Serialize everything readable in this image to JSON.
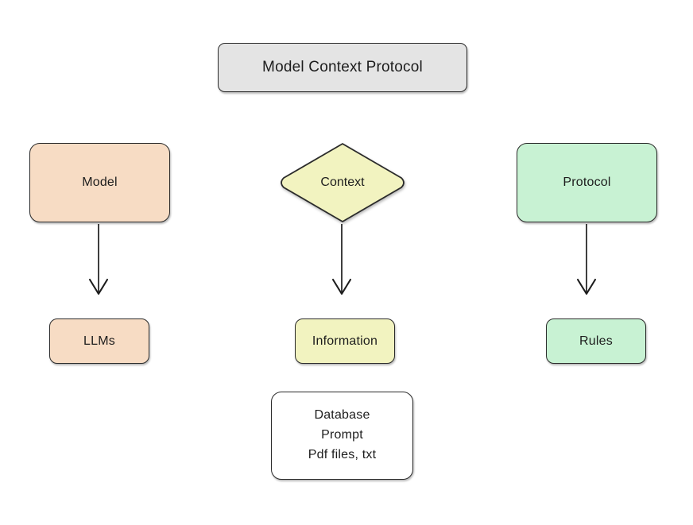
{
  "diagram": {
    "type": "flowchart",
    "title_node": {
      "label": "Model Context Protocol",
      "shape": "rounded-rectangle",
      "fill": "#e4e4e4"
    },
    "branches": [
      {
        "key": "model",
        "parent": {
          "label": "Model",
          "shape": "rounded-rectangle",
          "fill": "#f7dcc4"
        },
        "child": {
          "label": "LLMs",
          "shape": "rounded-rectangle",
          "fill": "#f7dcc4"
        }
      },
      {
        "key": "context",
        "parent": {
          "label": "Context",
          "shape": "diamond",
          "fill": "#f2f3c0"
        },
        "child": {
          "label": "Information",
          "shape": "rounded-rectangle",
          "fill": "#f2f3c0"
        },
        "detail": {
          "shape": "rounded-rectangle",
          "fill": "#ffffff",
          "lines": [
            "Database",
            "Prompt",
            "Pdf files, txt"
          ]
        }
      },
      {
        "key": "protocol",
        "parent": {
          "label": "Protocol",
          "shape": "rounded-rectangle",
          "fill": "#c8f2d3"
        },
        "child": {
          "label": "Rules",
          "shape": "rounded-rectangle",
          "fill": "#c8f2d3"
        }
      }
    ],
    "connectors": [
      {
        "from": "Model",
        "to": "LLMs",
        "style": "arrow-down"
      },
      {
        "from": "Context",
        "to": "Information",
        "style": "arrow-down"
      },
      {
        "from": "Protocol",
        "to": "Rules",
        "style": "arrow-down"
      }
    ],
    "colors": {
      "stroke": "#2b2b2b",
      "background": "#ffffff",
      "peach": "#f7dcc4",
      "yellow": "#f2f3c0",
      "green": "#c8f2d3",
      "gray": "#e4e4e4"
    }
  }
}
